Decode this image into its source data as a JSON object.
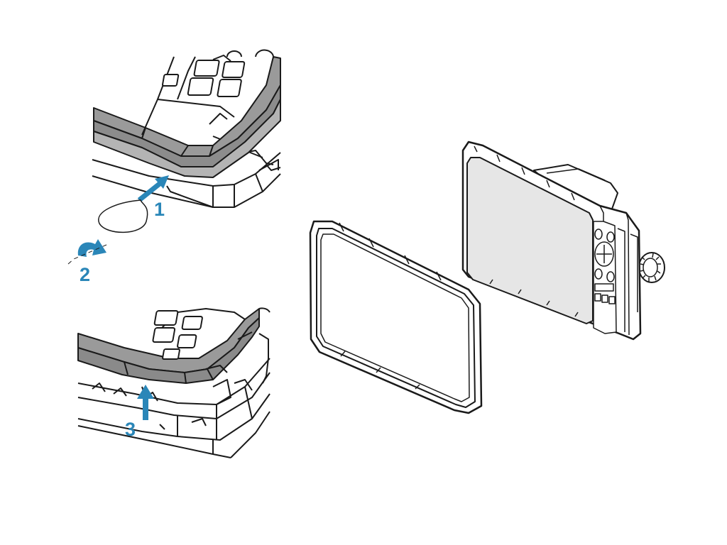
{
  "colors": {
    "accent": "#2a86b8",
    "line": "#1a1a1a",
    "bezel_fill": "#9a9a9a",
    "screen_fill": "#e6e6e6",
    "body_fill": "#ffffff"
  },
  "steps": [
    {
      "label": "1",
      "icon": "arrow-diagonal-icon"
    },
    {
      "label": "2",
      "icon": "rotate-arrow-icon"
    },
    {
      "label": "3",
      "icon": "arrow-up-icon"
    }
  ],
  "tool": {
    "icon": "pry-tool-icon"
  }
}
